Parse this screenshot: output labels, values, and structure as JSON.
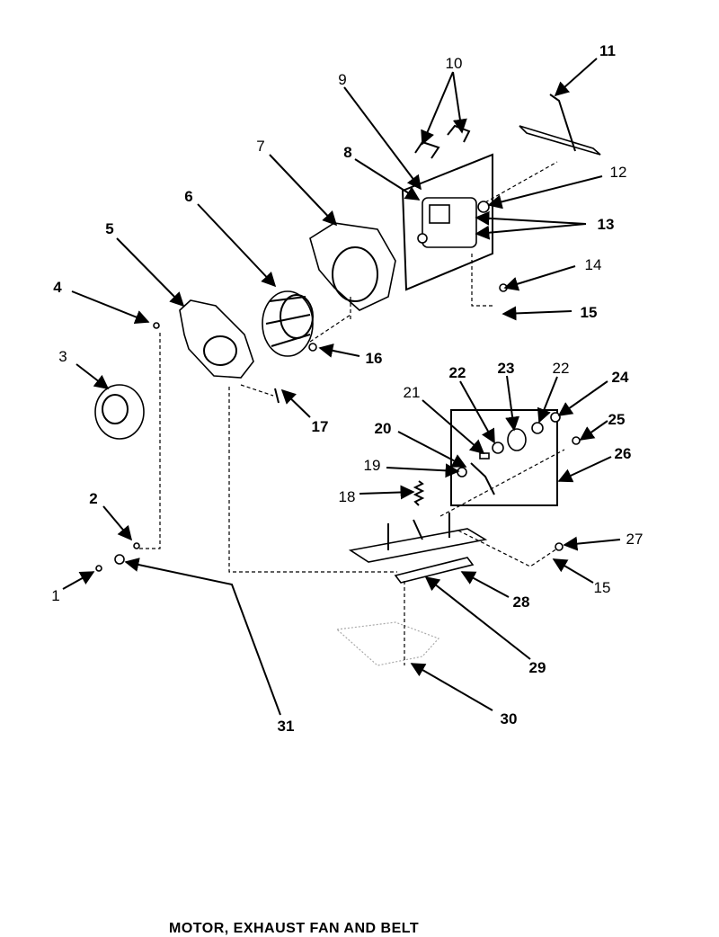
{
  "diagram": {
    "caption": "MOTOR, EXHAUST FAN AND BELT",
    "callouts": [
      "1",
      "2",
      "3",
      "4",
      "5",
      "6",
      "7",
      "8",
      "9",
      "10",
      "11",
      "12",
      "13",
      "14",
      "15",
      "15",
      "16",
      "17",
      "18",
      "19",
      "20",
      "21",
      "22",
      "22",
      "23",
      "24",
      "25",
      "26",
      "27",
      "28",
      "29",
      "30",
      "31"
    ]
  }
}
